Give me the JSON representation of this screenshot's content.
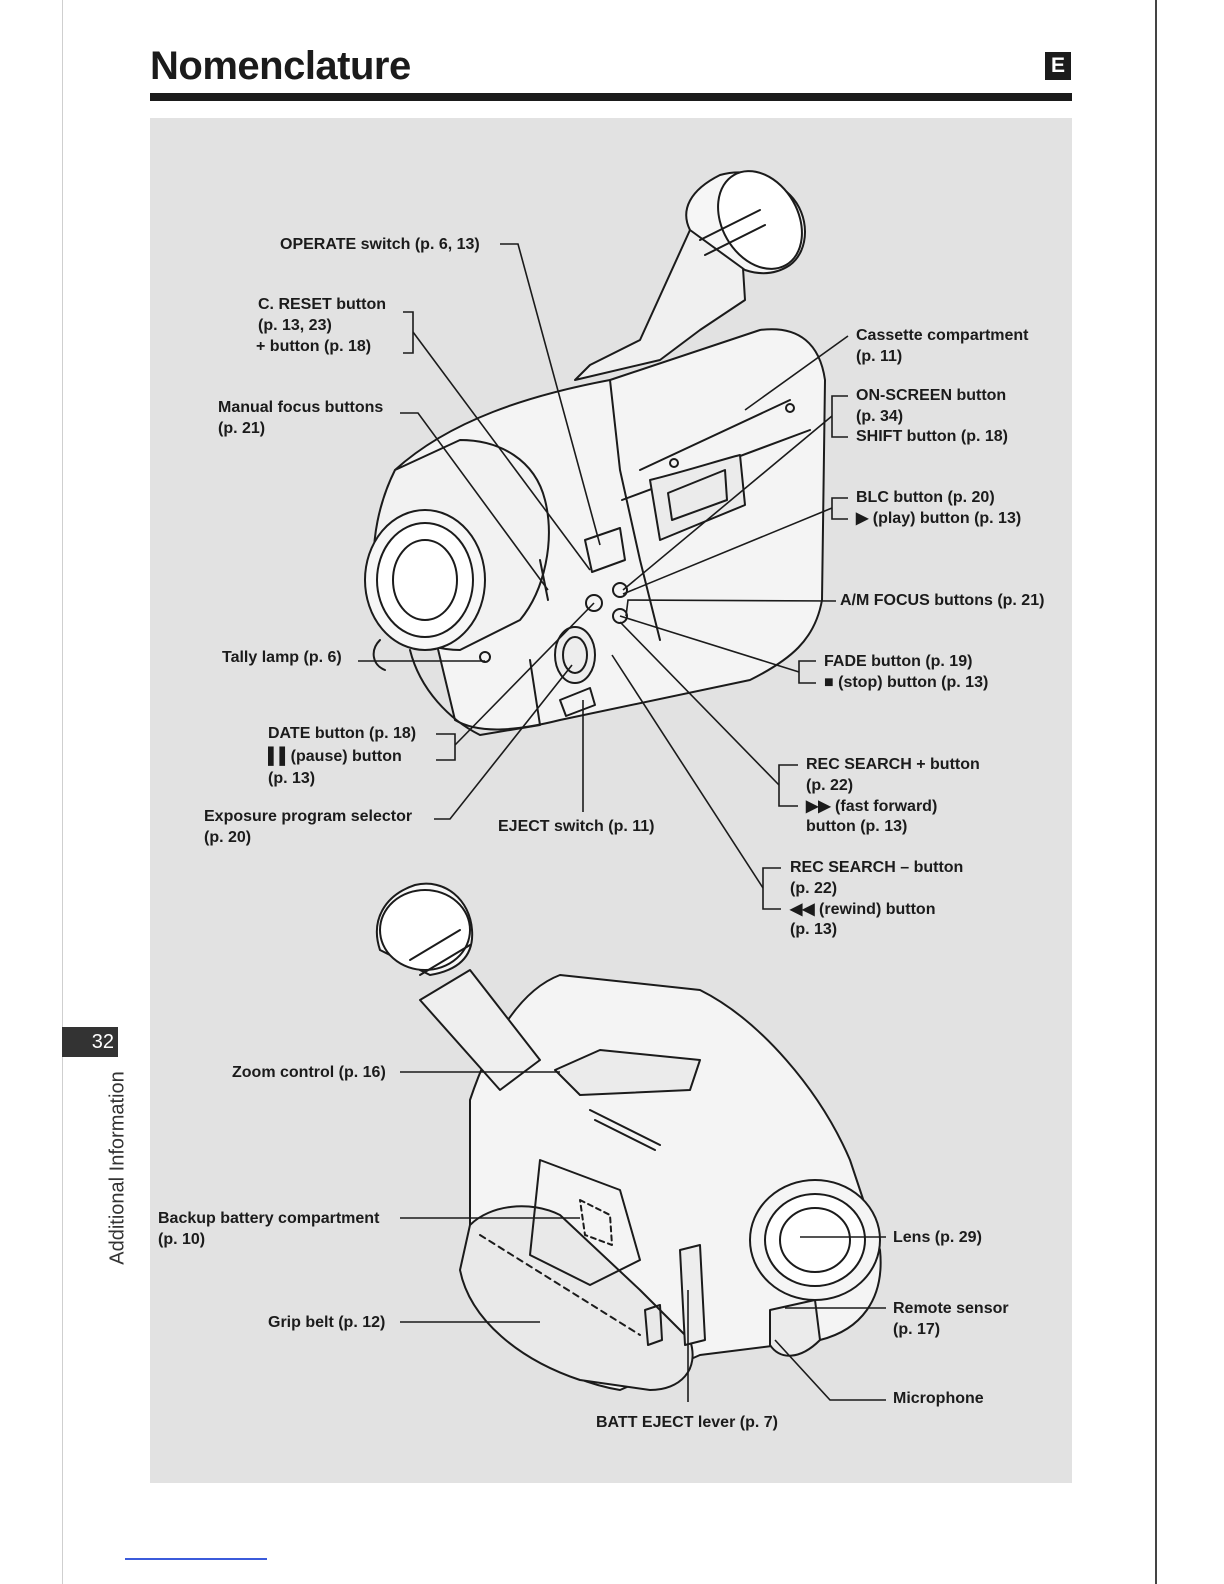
{
  "header": {
    "title": "Nomenclature",
    "language_badge": "E"
  },
  "side": {
    "page_number": "32",
    "section": "Additional Information"
  },
  "labels": {
    "operate": "OPERATE switch (p. 6, 13)",
    "creset_1": "C. RESET button",
    "creset_2": "(p. 13, 23)",
    "plus_button": "+ button (p. 18)",
    "manual_focus_1": "Manual focus buttons",
    "manual_focus_2": "(p. 21)",
    "tally": "Tally lamp (p. 6)",
    "date": "DATE button (p. 18)",
    "pause_1": "▌▌(pause) button",
    "pause_2": "(p. 13)",
    "exposure_1": "Exposure program selector",
    "exposure_2": "(p. 20)",
    "eject": "EJECT switch (p. 11)",
    "cassette_1": "Cassette compartment",
    "cassette_2": "(p. 11)",
    "onscreen_1": "ON-SCREEN button",
    "onscreen_2": "(p. 34)",
    "shift": "SHIFT button (p. 18)",
    "blc": "BLC button (p. 20)",
    "play": "▶ (play) button (p. 13)",
    "am_focus": "A/M FOCUS buttons (p. 21)",
    "fade": "FADE button (p. 19)",
    "stop": "■ (stop) button (p. 13)",
    "rec_plus_1": "REC SEARCH + button",
    "rec_plus_2": "(p. 22)",
    "ff_1": "▶▶ (fast forward)",
    "ff_2": "button (p. 13)",
    "rec_minus_1": "REC SEARCH – button",
    "rec_minus_2": "(p. 22)",
    "rew_1": "◀◀ (rewind) button",
    "rew_2": "(p. 13)",
    "zoom": "Zoom control (p. 16)",
    "backup_1": "Backup battery compartment",
    "backup_2": "(p. 10)",
    "grip": "Grip belt (p. 12)",
    "batt_eject": "BATT EJECT lever (p. 7)",
    "lens": "Lens (p. 29)",
    "remote_1": "Remote sensor",
    "remote_2": "(p. 17)",
    "microphone": "Microphone"
  }
}
